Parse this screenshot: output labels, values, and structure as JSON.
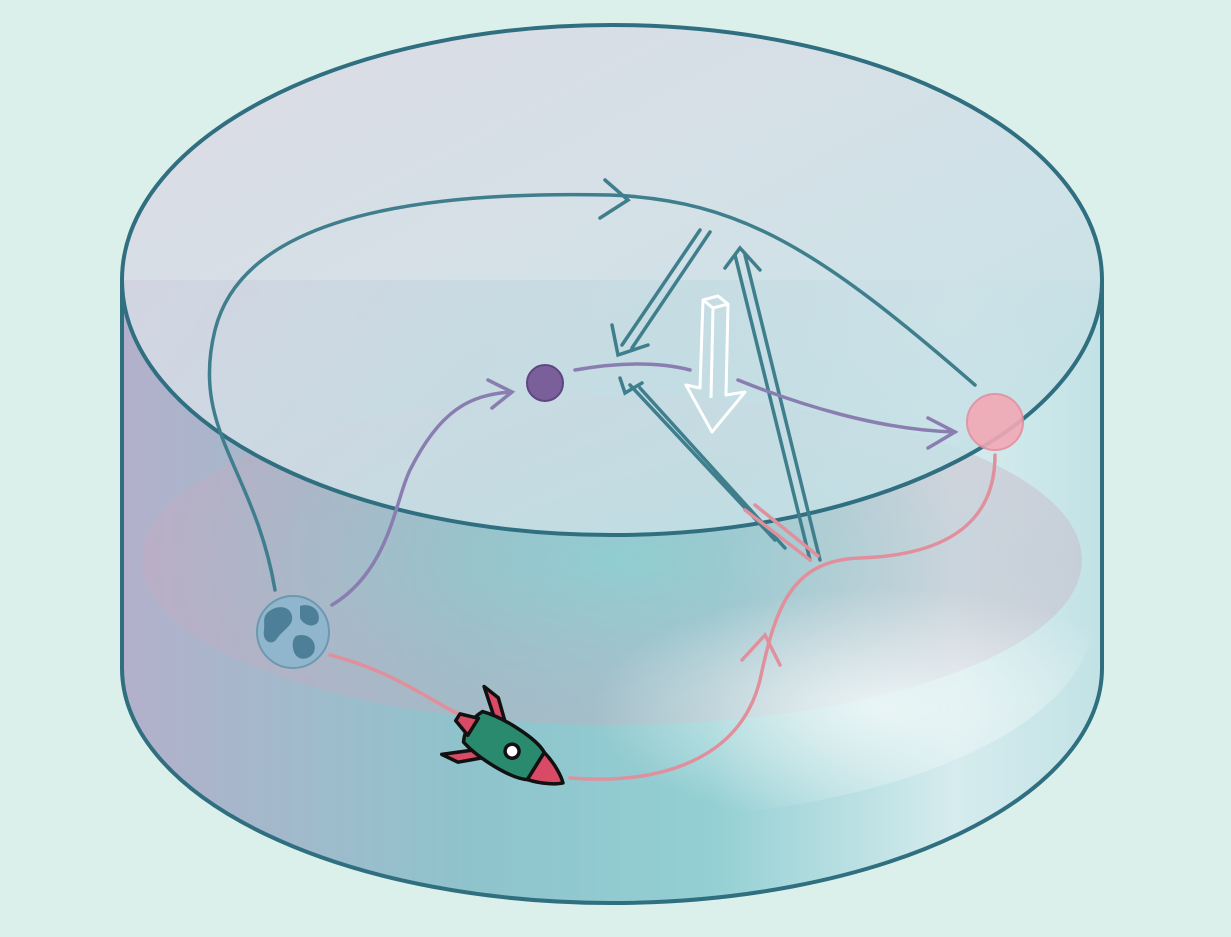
{
  "colors": {
    "background": "#dcf0eb",
    "cylinder_outline": "#2f6f80",
    "cylinder_fill_top": "#cfd9e4",
    "cylinder_fill_teal": "#7fc9cf",
    "cylinder_fill_mauve": "#a9a2c2",
    "path_teal": "#3f7e8c",
    "path_purple": "#8a7db0",
    "path_pink": "#e0909c",
    "planet_purple": "#7a5f9a",
    "planet_pink": "#f2a9b6",
    "earth_blue": "#8fb6cc",
    "earth_land": "#4e7f98",
    "rocket_body": "#2a8a6e",
    "rocket_fins": "#d94a66",
    "arrow_outline": "#ffffff"
  },
  "objects": {
    "container": "cylinder",
    "nodes": [
      "earth-planet",
      "purple-planet",
      "pink-planet",
      "rocket"
    ],
    "icons": [
      "earth-icon",
      "rocket-icon",
      "down-arrow-icon"
    ]
  }
}
